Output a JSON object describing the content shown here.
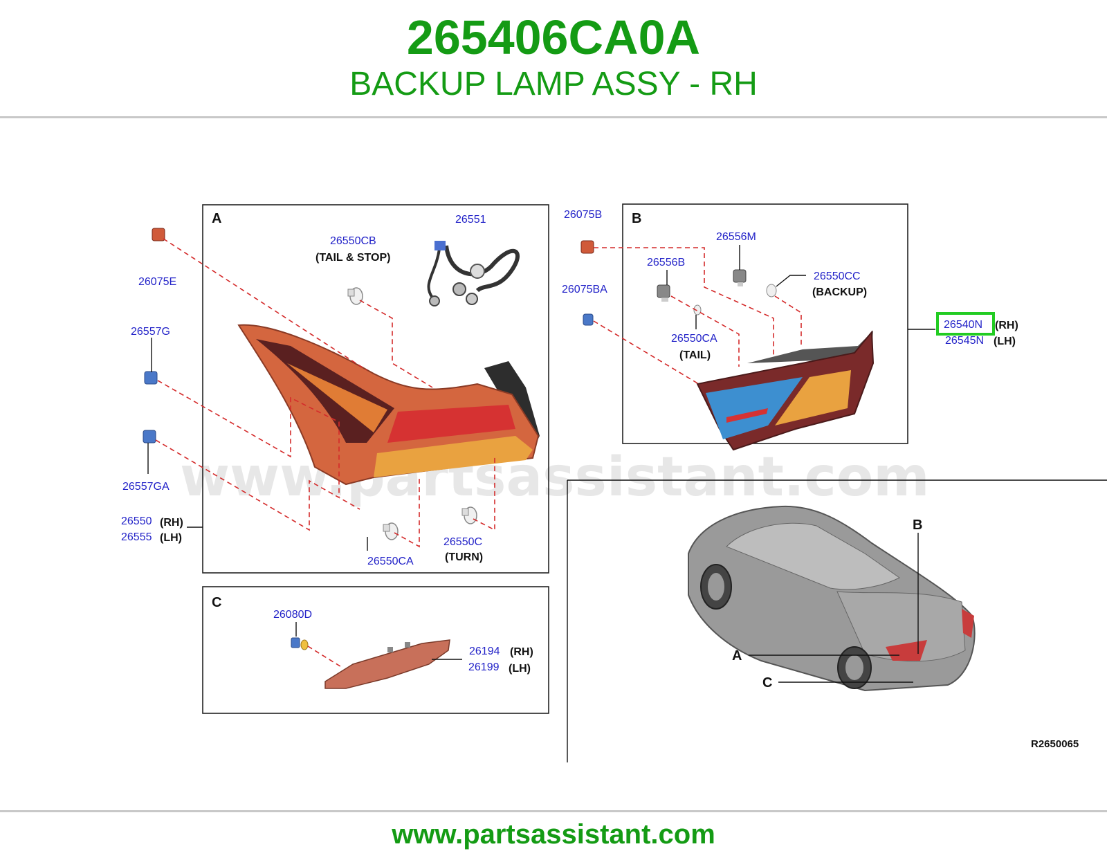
{
  "header": {
    "part_number": "265406CA0A",
    "description": "BACKUP LAMP ASSY - RH"
  },
  "footer": {
    "url": "www.partsassistant.com"
  },
  "watermark": "www.partsassistant.com",
  "boxes": {
    "a": {
      "letter": "A"
    },
    "b": {
      "letter": "B"
    },
    "c": {
      "letter": "C"
    }
  },
  "labels": {
    "p26075E": "26075E",
    "p26557G": "26557G",
    "p26557GA": "26557GA",
    "p26550": "26550",
    "p26555": "26555",
    "rh1": "(RH)",
    "lh1": "(LH)",
    "p26550CB": "26550CB",
    "tail_stop": "(TAIL & STOP)",
    "p26551": "26551",
    "p26550CA_a": "26550CA",
    "p26550C": "26550C",
    "turn": "(TURN)",
    "p26075B": "26075B",
    "p26075BA": "26075BA",
    "p26556M": "26556M",
    "p26556B": "26556B",
    "p26550CC": "26550CC",
    "backup": "(BACKUP)",
    "p26550CA_b": "26550CA",
    "tail": "(TAIL)",
    "p26540N": "26540N",
    "p26545N": "26545N",
    "rh2": "(RH)",
    "lh2": "(LH)",
    "p26080D": "26080D",
    "p26194": "26194",
    "p26199": "26199",
    "rh3": "(RH)",
    "lh3": "(LH)",
    "car_b": "B",
    "car_a": "A",
    "car_c": "C",
    "diagram_ref": "R2650065"
  },
  "colors": {
    "brand_green": "#149b14",
    "part_number_blue": "#2222c8",
    "highlight_box": "#22cc22",
    "leader_dashed_red": "#d42a2a"
  }
}
